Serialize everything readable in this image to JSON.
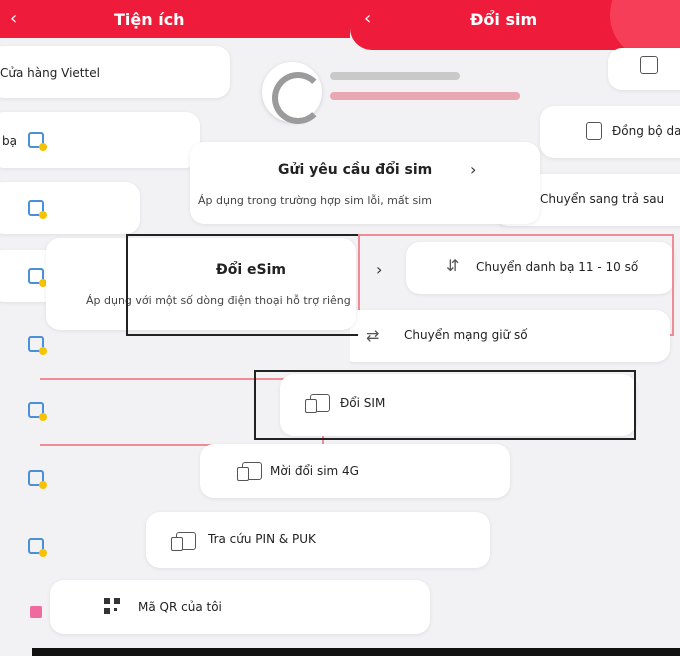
{
  "left_screen": {
    "header": {
      "title": "Tiện ích",
      "back": "‹"
    },
    "items": [
      {
        "label": "Cửa hàng Viettel"
      },
      {
        "label": "bạ"
      }
    ]
  },
  "right_screen": {
    "header": {
      "title": "Đổi sim",
      "back": "‹"
    },
    "items": [
      {
        "label": "Đồng bộ danh"
      },
      {
        "label": "Chuyển sang trả sau"
      },
      {
        "label": "Chuyển danh bạ 11 - 10 số"
      },
      {
        "label": "Chuyển mạng giữ số"
      },
      {
        "label": "Đổi SIM"
      },
      {
        "label": "Mời đổi sim 4G"
      },
      {
        "label": "Tra cứu PIN & PUK"
      },
      {
        "label": "Mã QR của tôi"
      }
    ]
  },
  "center": {
    "option_sim": {
      "title": "Gửi yêu cầu đổi sim",
      "subtitle": "Áp dụng trong trường hợp sim lỗi, mất sim"
    },
    "option_esim": {
      "title": "Đổi eSim",
      "subtitle": "Áp dụng với một số dòng điện thoại hỗ trợ riêng"
    }
  },
  "colors": {
    "brand_red": "#ee1c3a",
    "highlight": "#f08c96"
  }
}
